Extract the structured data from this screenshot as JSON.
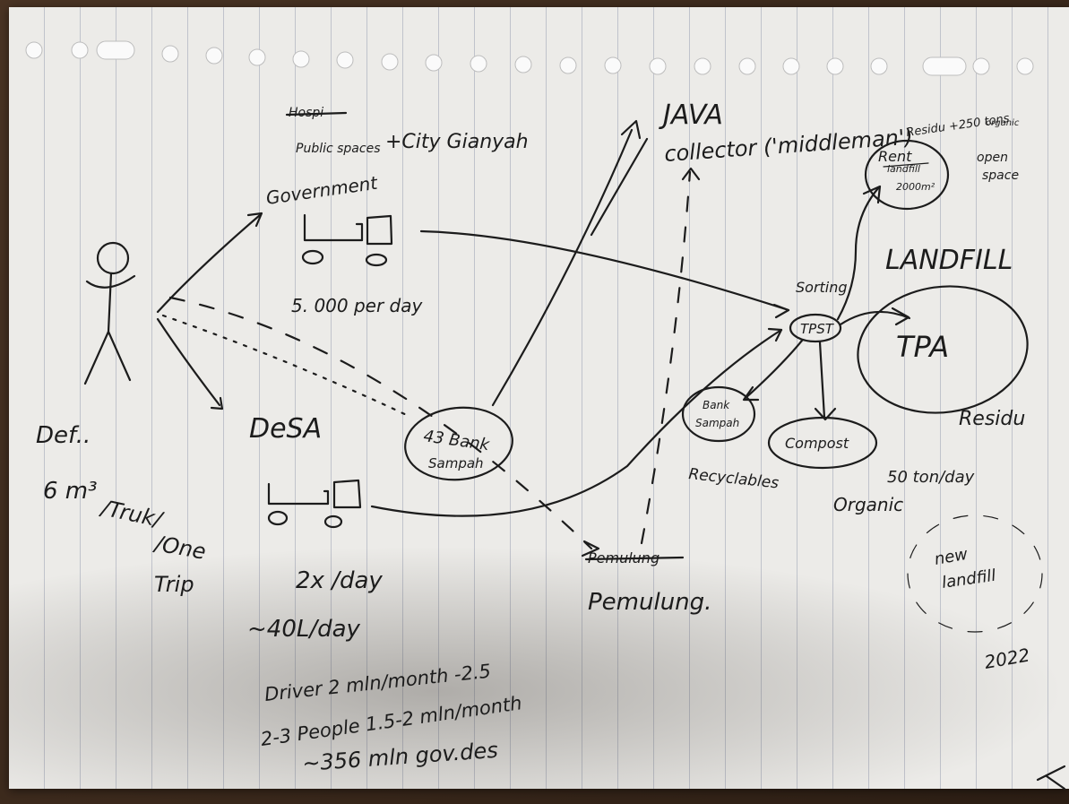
{
  "colors": {
    "paper": "#ecebe8",
    "ink": "#1c1c1c",
    "rule_line": "#6e7896"
  },
  "notes": {
    "public_spaces_crossed": "Hospi",
    "public_spaces": "Public spaces",
    "city": "+City Gianyah",
    "government": "Government",
    "per_day": "5. 000 per day",
    "def": "Def..",
    "truck_cap_1": "6 m³",
    "truck_cap_2": "/Truk/",
    "one_trip_1": "/One",
    "one_trip_2": "Trip",
    "desa": "DeSA",
    "bank_sampah_count_1": "43 Bank",
    "bank_sampah_count_2": "Sampah",
    "times_per_day": "2x /day",
    "liters_per_day": "~40L/day",
    "driver_cost": "Driver 2 mln/month -2.5",
    "people_cost": "2-3 People 1.5-2 mln/month",
    "gov_desa": "~356 mln gov.des",
    "java": "JAVA",
    "collector": "collector ('middleman')",
    "residu_organic_1": "Residu +250 tons",
    "residu_organic_2": "organic",
    "rent_1": "Rent",
    "rent_2": "landfill",
    "rent_3": "2000m²",
    "open_space_1": "open",
    "open_space_2": "space",
    "landfill": "LANDFILL",
    "sorting": "Sorting",
    "tpst": "TPST",
    "tpa": "TPA",
    "residu": "Residu",
    "bank_sampah_1": "Bank",
    "bank_sampah_2": "Sampah",
    "compost": "Compost",
    "recyclables": "Recyclables",
    "tons_per_day": "50 ton/day",
    "organic": "Organic",
    "pemulung_crossed": "Pemulung",
    "pemulung": "Pemulung.",
    "new_landfill_1": "new",
    "new_landfill_2": "landfill",
    "year": "2022"
  }
}
